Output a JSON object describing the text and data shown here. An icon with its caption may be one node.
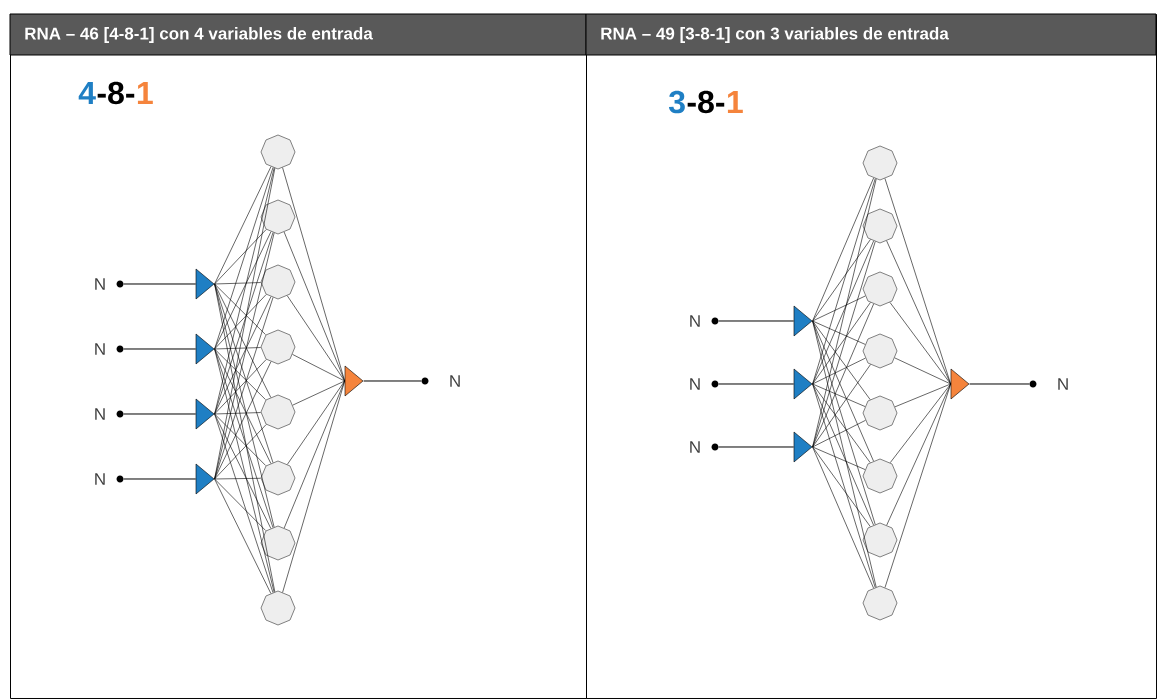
{
  "diagram": {
    "nodes": [
      {
        "text": [
          "RNA – 46 [4-8-1] con 4 variables de entrada"
        ]
      },
      {
        "text": [],
        "shape": "circle",
        "beside": [
          "N"
        ],
        "in": 0
      },
      {
        "text": [],
        "shape": "circle",
        "beside": [
          "N"
        ],
        "in": 0
      },
      {
        "text": [],
        "shape": "circle",
        "beside": [
          "N"
        ],
        "in": 0
      },
      {
        "text": [],
        "shape": "circle",
        "beside": [
          "N"
        ],
        "in": 0
      },
      {
        "text": [],
        "shape": "triangle",
        "in": 0
      },
      {
        "text": [],
        "shape": "triangle",
        "in": 0
      },
      {
        "text": [],
        "shape": "triangle",
        "in": 0
      },
      {
        "text": [],
        "shape": "triangle",
        "in": 0
      },
      {
        "text": [],
        "shape": "octagon",
        "in": 0
      },
      {
        "text": [],
        "shape": "octagon",
        "in": 0
      },
      {
        "text": [],
        "shape": "octagon",
        "in": 0
      },
      {
        "text": [],
        "shape": "octagon",
        "in": 0
      },
      {
        "text": [],
        "shape": "octagon",
        "in": 0
      },
      {
        "text": [],
        "shape": "octagon",
        "in": 0
      },
      {
        "text": [],
        "shape": "octagon",
        "in": 0
      },
      {
        "text": [],
        "shape": "octagon",
        "in": 0
      },
      {
        "text": [],
        "shape": "triangle",
        "in": 0
      },
      {
        "text": [],
        "shape": "circle",
        "beside": [
          "N"
        ],
        "in": 0
      },
      {
        "text": [
          "RNA – 49 [3-8-1] con 3 variables de entrada"
        ]
      },
      {
        "text": [],
        "shape": "circle",
        "beside": [
          "N"
        ],
        "in": 19
      },
      {
        "text": [],
        "shape": "circle",
        "beside": [
          "N"
        ],
        "in": 19
      },
      {
        "text": [],
        "shape": "circle",
        "beside": [
          "N"
        ],
        "in": 19
      },
      {
        "text": [],
        "shape": "triangle",
        "in": 19
      },
      {
        "text": [],
        "shape": "triangle",
        "in": 19
      },
      {
        "text": [],
        "shape": "triangle",
        "in": 19
      },
      {
        "text": [],
        "shape": "octagon",
        "in": 19
      },
      {
        "text": [],
        "shape": "octagon",
        "in": 19
      },
      {
        "text": [],
        "shape": "octagon",
        "in": 19
      },
      {
        "text": [],
        "shape": "octagon",
        "in": 19
      },
      {
        "text": [],
        "shape": "octagon",
        "in": 19
      },
      {
        "text": [],
        "shape": "octagon",
        "in": 19
      },
      {
        "text": [],
        "shape": "octagon",
        "in": 19
      },
      {
        "text": [],
        "shape": "octagon",
        "in": 19
      },
      {
        "text": [],
        "shape": "triangle",
        "in": 19
      },
      {
        "text": [],
        "shape": "circle",
        "beside": [
          "N"
        ],
        "in": 19
      }
    ],
    "edges": [
      {
        "from": 1,
        "to": 5,
        "arrow": "none"
      },
      {
        "from": 2,
        "to": 6,
        "arrow": "none"
      },
      {
        "from": 3,
        "to": 7,
        "arrow": "none"
      },
      {
        "from": 4,
        "to": 8,
        "arrow": "none"
      },
      {
        "from": 5,
        "to": 9,
        "arrow": "none"
      },
      {
        "from": 5,
        "to": 10,
        "arrow": "none"
      },
      {
        "from": 5,
        "to": 11,
        "arrow": "none"
      },
      {
        "from": 5,
        "to": 12,
        "arrow": "none"
      },
      {
        "from": 5,
        "to": 13,
        "arrow": "none"
      },
      {
        "from": 5,
        "to": 14,
        "arrow": "none"
      },
      {
        "from": 5,
        "to": 15,
        "arrow": "none"
      },
      {
        "from": 5,
        "to": 16,
        "arrow": "none"
      },
      {
        "from": 6,
        "to": 9,
        "arrow": "none"
      },
      {
        "from": 6,
        "to": 10,
        "arrow": "none"
      },
      {
        "from": 6,
        "to": 11,
        "arrow": "none"
      },
      {
        "from": 6,
        "to": 12,
        "arrow": "none"
      },
      {
        "from": 6,
        "to": 13,
        "arrow": "none"
      },
      {
        "from": 6,
        "to": 14,
        "arrow": "none"
      },
      {
        "from": 6,
        "to": 15,
        "arrow": "none"
      },
      {
        "from": 6,
        "to": 16,
        "arrow": "none"
      },
      {
        "from": 7,
        "to": 9,
        "arrow": "none"
      },
      {
        "from": 7,
        "to": 10,
        "arrow": "none"
      },
      {
        "from": 7,
        "to": 11,
        "arrow": "none"
      },
      {
        "from": 7,
        "to": 12,
        "arrow": "none"
      },
      {
        "from": 7,
        "to": 13,
        "arrow": "none"
      },
      {
        "from": 7,
        "to": 14,
        "arrow": "none"
      },
      {
        "from": 7,
        "to": 15,
        "arrow": "none"
      },
      {
        "from": 7,
        "to": 16,
        "arrow": "none"
      },
      {
        "from": 8,
        "to": 9,
        "arrow": "none"
      },
      {
        "from": 8,
        "to": 10,
        "arrow": "none"
      },
      {
        "from": 8,
        "to": 11,
        "arrow": "none"
      },
      {
        "from": 8,
        "to": 12,
        "arrow": "none"
      },
      {
        "from": 8,
        "to": 13,
        "arrow": "none"
      },
      {
        "from": 8,
        "to": 14,
        "arrow": "none"
      },
      {
        "from": 8,
        "to": 15,
        "arrow": "none"
      },
      {
        "from": 8,
        "to": 16,
        "arrow": "none"
      },
      {
        "from": 9,
        "to": 17,
        "arrow": "none"
      },
      {
        "from": 10,
        "to": 17,
        "arrow": "none"
      },
      {
        "from": 11,
        "to": 17,
        "arrow": "none"
      },
      {
        "from": 12,
        "to": 17,
        "arrow": "none"
      },
      {
        "from": 13,
        "to": 17,
        "arrow": "none"
      },
      {
        "from": 14,
        "to": 17,
        "arrow": "none"
      },
      {
        "from": 15,
        "to": 17,
        "arrow": "none"
      },
      {
        "from": 16,
        "to": 17,
        "arrow": "none"
      },
      {
        "from": 17,
        "to": 18,
        "arrow": "none"
      },
      {
        "from": 20,
        "to": 23,
        "arrow": "none"
      },
      {
        "from": 21,
        "to": 24,
        "arrow": "none"
      },
      {
        "from": 22,
        "to": 25,
        "arrow": "none"
      },
      {
        "from": 23,
        "to": 26,
        "arrow": "none"
      },
      {
        "from": 23,
        "to": 27,
        "arrow": "none"
      },
      {
        "from": 23,
        "to": 28,
        "arrow": "none"
      },
      {
        "from": 23,
        "to": 29,
        "arrow": "none"
      },
      {
        "from": 23,
        "to": 30,
        "arrow": "none"
      },
      {
        "from": 23,
        "to": 31,
        "arrow": "none"
      },
      {
        "from": 23,
        "to": 32,
        "arrow": "none"
      },
      {
        "from": 23,
        "to": 33,
        "arrow": "none"
      },
      {
        "from": 24,
        "to": 26,
        "arrow": "none"
      },
      {
        "from": 24,
        "to": 27,
        "arrow": "none"
      },
      {
        "from": 24,
        "to": 28,
        "arrow": "none"
      },
      {
        "from": 24,
        "to": 29,
        "arrow": "none"
      },
      {
        "from": 24,
        "to": 30,
        "arrow": "none"
      },
      {
        "from": 24,
        "to": 31,
        "arrow": "none"
      },
      {
        "from": 24,
        "to": 32,
        "arrow": "none"
      },
      {
        "from": 24,
        "to": 33,
        "arrow": "none"
      },
      {
        "from": 25,
        "to": 26,
        "arrow": "none"
      },
      {
        "from": 25,
        "to": 27,
        "arrow": "none"
      },
      {
        "from": 25,
        "to": 28,
        "arrow": "none"
      },
      {
        "from": 25,
        "to": 29,
        "arrow": "none"
      },
      {
        "from": 25,
        "to": 30,
        "arrow": "none"
      },
      {
        "from": 25,
        "to": 31,
        "arrow": "none"
      },
      {
        "from": 25,
        "to": 32,
        "arrow": "none"
      },
      {
        "from": 25,
        "to": 33,
        "arrow": "none"
      },
      {
        "from": 26,
        "to": 34,
        "arrow": "none"
      },
      {
        "from": 27,
        "to": 34,
        "arrow": "none"
      },
      {
        "from": 28,
        "to": 34,
        "arrow": "none"
      },
      {
        "from": 29,
        "to": 34,
        "arrow": "none"
      },
      {
        "from": 30,
        "to": 34,
        "arrow": "none"
      },
      {
        "from": 31,
        "to": 34,
        "arrow": "none"
      },
      {
        "from": 32,
        "to": 34,
        "arrow": "none"
      },
      {
        "from": 33,
        "to": 34,
        "arrow": "none"
      },
      {
        "from": 34,
        "to": 35,
        "arrow": "none"
      }
    ],
    "labels": [
      "4",
      "-8-",
      "1",
      "3",
      "-8-",
      "1"
    ]
  }
}
